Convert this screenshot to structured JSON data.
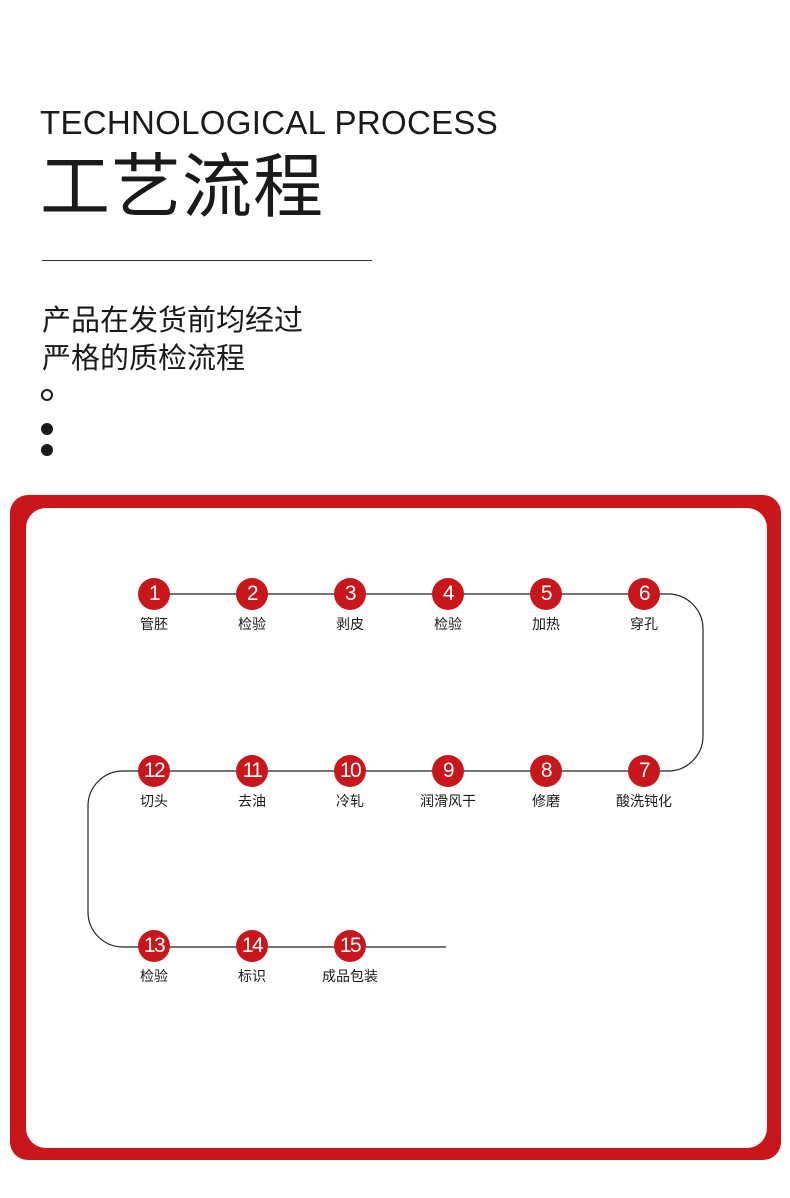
{
  "header": {
    "title_en": "TECHNOLOGICAL PROCESS",
    "title_cn": "工艺流程",
    "desc_line1": "产品在发货前均经过",
    "desc_line2": "严格的质检流程"
  },
  "colors": {
    "accent": "#c8161a",
    "text": "#1a1a1a",
    "line": "#222222"
  },
  "steps": [
    {
      "num": "1",
      "label": "管胚"
    },
    {
      "num": "2",
      "label": "检验"
    },
    {
      "num": "3",
      "label": "剥皮"
    },
    {
      "num": "4",
      "label": "检验"
    },
    {
      "num": "5",
      "label": "加热"
    },
    {
      "num": "6",
      "label": "穿孔"
    },
    {
      "num": "7",
      "label": "酸洗钝化"
    },
    {
      "num": "8",
      "label": "修磨"
    },
    {
      "num": "9",
      "label": "润滑风干"
    },
    {
      "num": "10",
      "label": "冷轧"
    },
    {
      "num": "11",
      "label": "去油"
    },
    {
      "num": "12",
      "label": "切头"
    },
    {
      "num": "13",
      "label": "检验"
    },
    {
      "num": "14",
      "label": "标识"
    },
    {
      "num": "15",
      "label": "成品包装"
    }
  ]
}
